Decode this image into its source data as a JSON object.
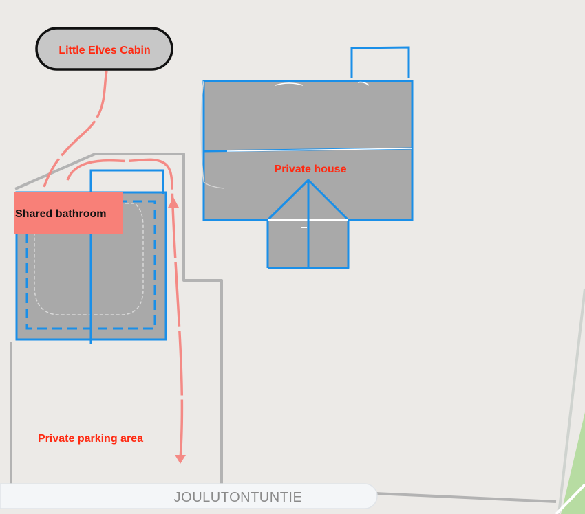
{
  "map": {
    "labels": {
      "cabin": "Little Elves Cabin",
      "bathroom": "Shared bathroom",
      "house": "Private house",
      "parking": "Private parking area"
    },
    "road_name": "JOULUTONTUNTIE",
    "colors": {
      "background": "#eceae7",
      "building_fill": "#a9a9a9",
      "outline_blue": "#1a8fe8",
      "path_red": "#f48a85",
      "label_red": "#ff2a12",
      "bathroom_box": "#f88078",
      "cabin_fill": "#c7c7c7",
      "lot_lines": "#b0b0b0",
      "green_area": "#b7dca2"
    }
  }
}
